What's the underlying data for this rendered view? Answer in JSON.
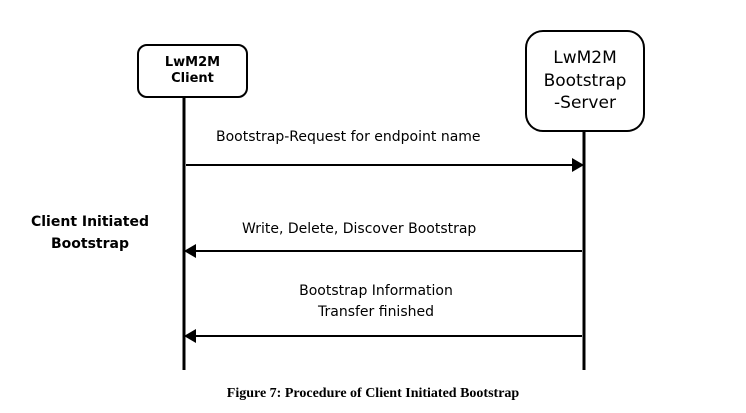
{
  "actors": {
    "client": [
      "LwM2M",
      "Client"
    ],
    "server": [
      "LwM2M",
      "Bootstrap",
      "-Server"
    ]
  },
  "messages": [
    {
      "lines": [
        "Bootstrap-Request for endpoint name"
      ],
      "direction": "client-to-server"
    },
    {
      "lines": [
        "Write, Delete, Discover Bootstrap"
      ],
      "direction": "server-to-client"
    },
    {
      "lines": [
        "Bootstrap Information",
        "Transfer finished"
      ],
      "direction": "server-to-client"
    }
  ],
  "phase": [
    "Client Initiated",
    "Bootstrap"
  ],
  "caption": "Figure 7: Procedure of Client Initiated Bootstrap"
}
